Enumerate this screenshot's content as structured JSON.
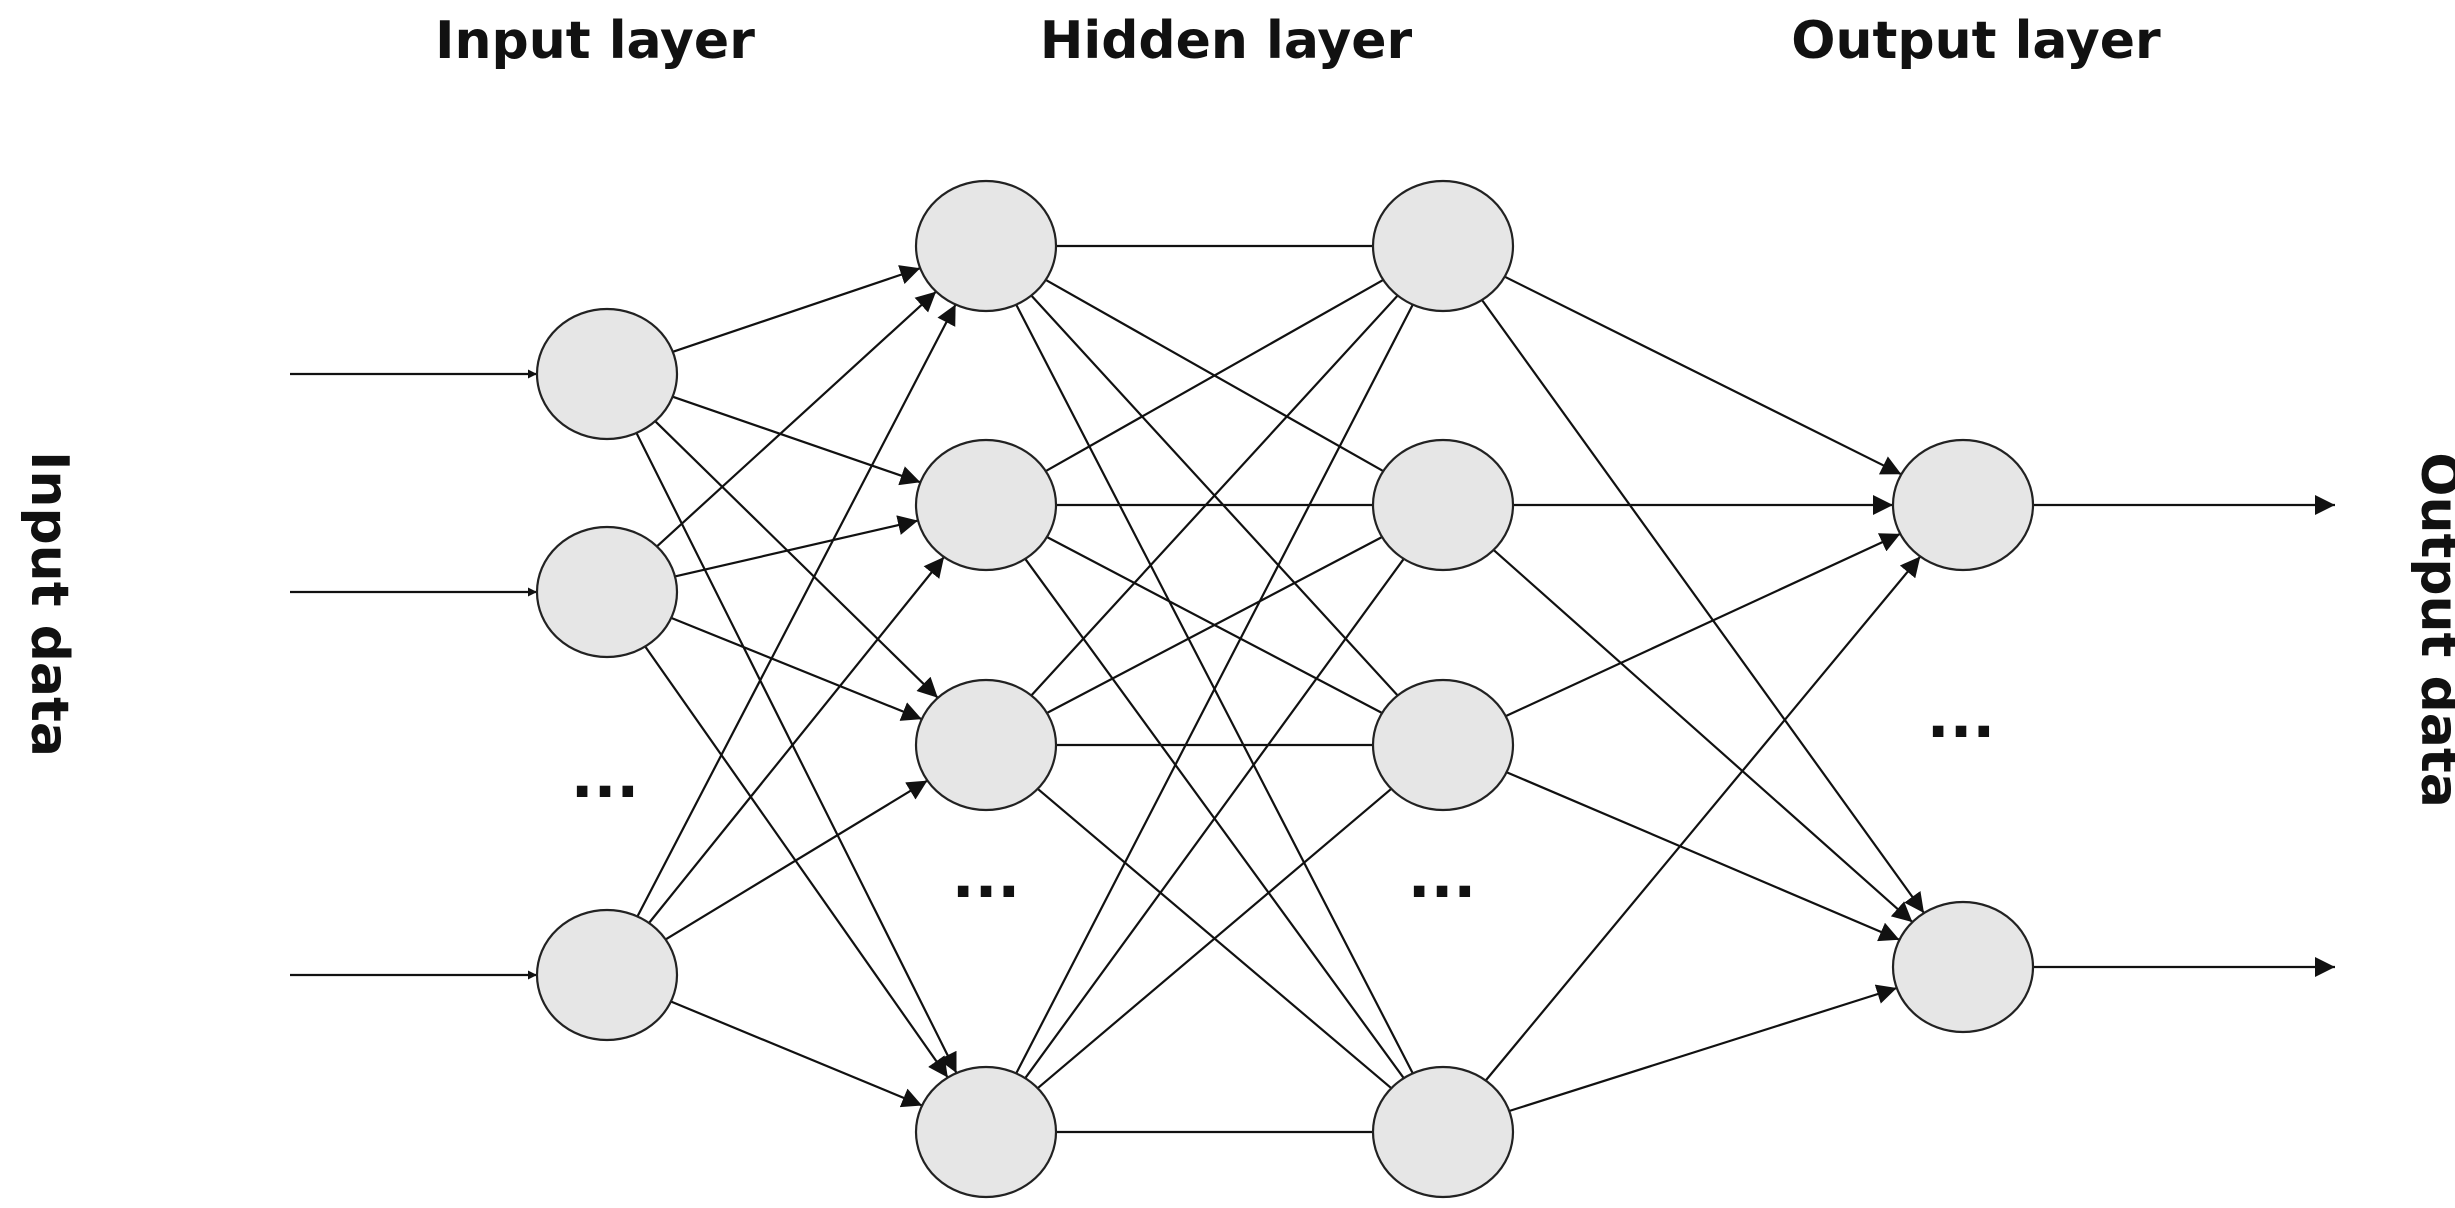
{
  "titles": {
    "input_layer": "Input layer",
    "hidden_layer": "Hidden layer",
    "output_layer": "Output layer"
  },
  "side_labels": {
    "input": "Input data",
    "output": "Output data"
  },
  "ellipsis": "···",
  "colors": {
    "node_fill": "#e6e6e6",
    "line": "#111111"
  },
  "layers": {
    "input": {
      "visible_nodes": 3
    },
    "hidden_1": {
      "visible_nodes": 4
    },
    "hidden_2": {
      "visible_nodes": 4
    },
    "output": {
      "visible_nodes": 2
    }
  }
}
